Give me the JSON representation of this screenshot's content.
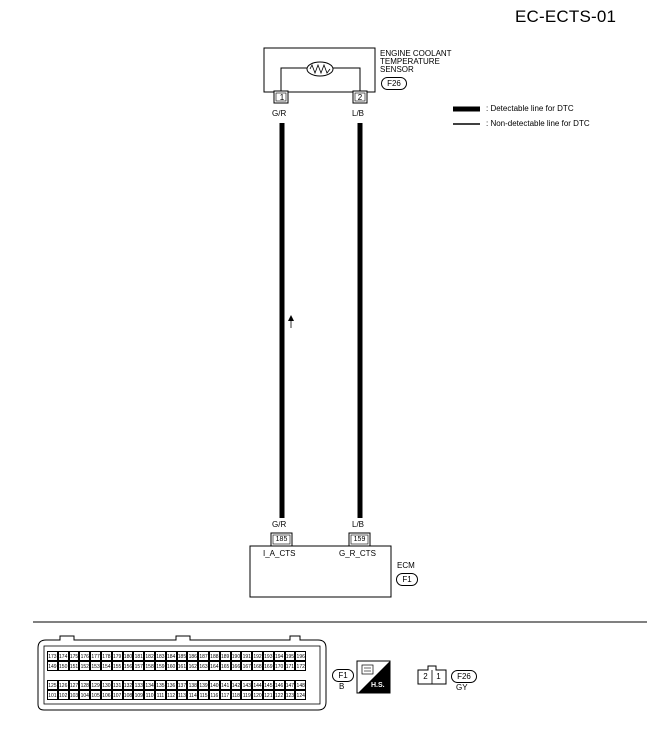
{
  "header": {
    "code": "EC-ECTS-01"
  },
  "sensor": {
    "name_lines": [
      "ENGINE COOLANT",
      "TEMPERATURE",
      "SENSOR"
    ],
    "connector": "F26",
    "pins": [
      "1",
      "2"
    ]
  },
  "legend": {
    "detectable": ": Detectable line for DTC",
    "non_detectable": ": Non-detectable line for DTC"
  },
  "wires": {
    "left_top_color": "G/R",
    "right_top_color": "L/B",
    "left_bottom_color": "G/R",
    "right_bottom_color": "L/B"
  },
  "ecm": {
    "name": "ECM",
    "connector": "F1",
    "pins": [
      "185",
      "159"
    ],
    "signals": [
      "I_A_CTS",
      "G_R_CTS"
    ]
  },
  "connectors": {
    "f1_row1": [
      "173",
      "174",
      "175",
      "176",
      "177",
      "178",
      "179",
      "180",
      "181",
      "182",
      "183",
      "184",
      "185",
      "186",
      "187",
      "188",
      "189",
      "190",
      "191",
      "192",
      "193",
      "194",
      "195",
      "196"
    ],
    "f1_row2": [
      "149",
      "150",
      "151",
      "152",
      "153",
      "154",
      "155",
      "156",
      "157",
      "158",
      "159",
      "160",
      "161",
      "162",
      "163",
      "164",
      "165",
      "166",
      "167",
      "168",
      "169",
      "170",
      "171",
      "172"
    ],
    "f1_row3": [
      "125",
      "126",
      "127",
      "128",
      "129",
      "130",
      "131",
      "132",
      "133",
      "134",
      "135",
      "136",
      "137",
      "138",
      "139",
      "140",
      "141",
      "142",
      "143",
      "144",
      "145",
      "146",
      "147",
      "148"
    ],
    "f1_row4": [
      "101",
      "102",
      "103",
      "104",
      "105",
      "106",
      "107",
      "108",
      "109",
      "110",
      "111",
      "112",
      "113",
      "114",
      "115",
      "116",
      "117",
      "118",
      "119",
      "120",
      "121",
      "122",
      "123",
      "124"
    ],
    "f1_label": "F1",
    "f1_color": "B",
    "hs_label": "H.S.",
    "f26_pins": [
      "2",
      "1"
    ],
    "f26_label": "F26",
    "f26_color": "GY"
  }
}
